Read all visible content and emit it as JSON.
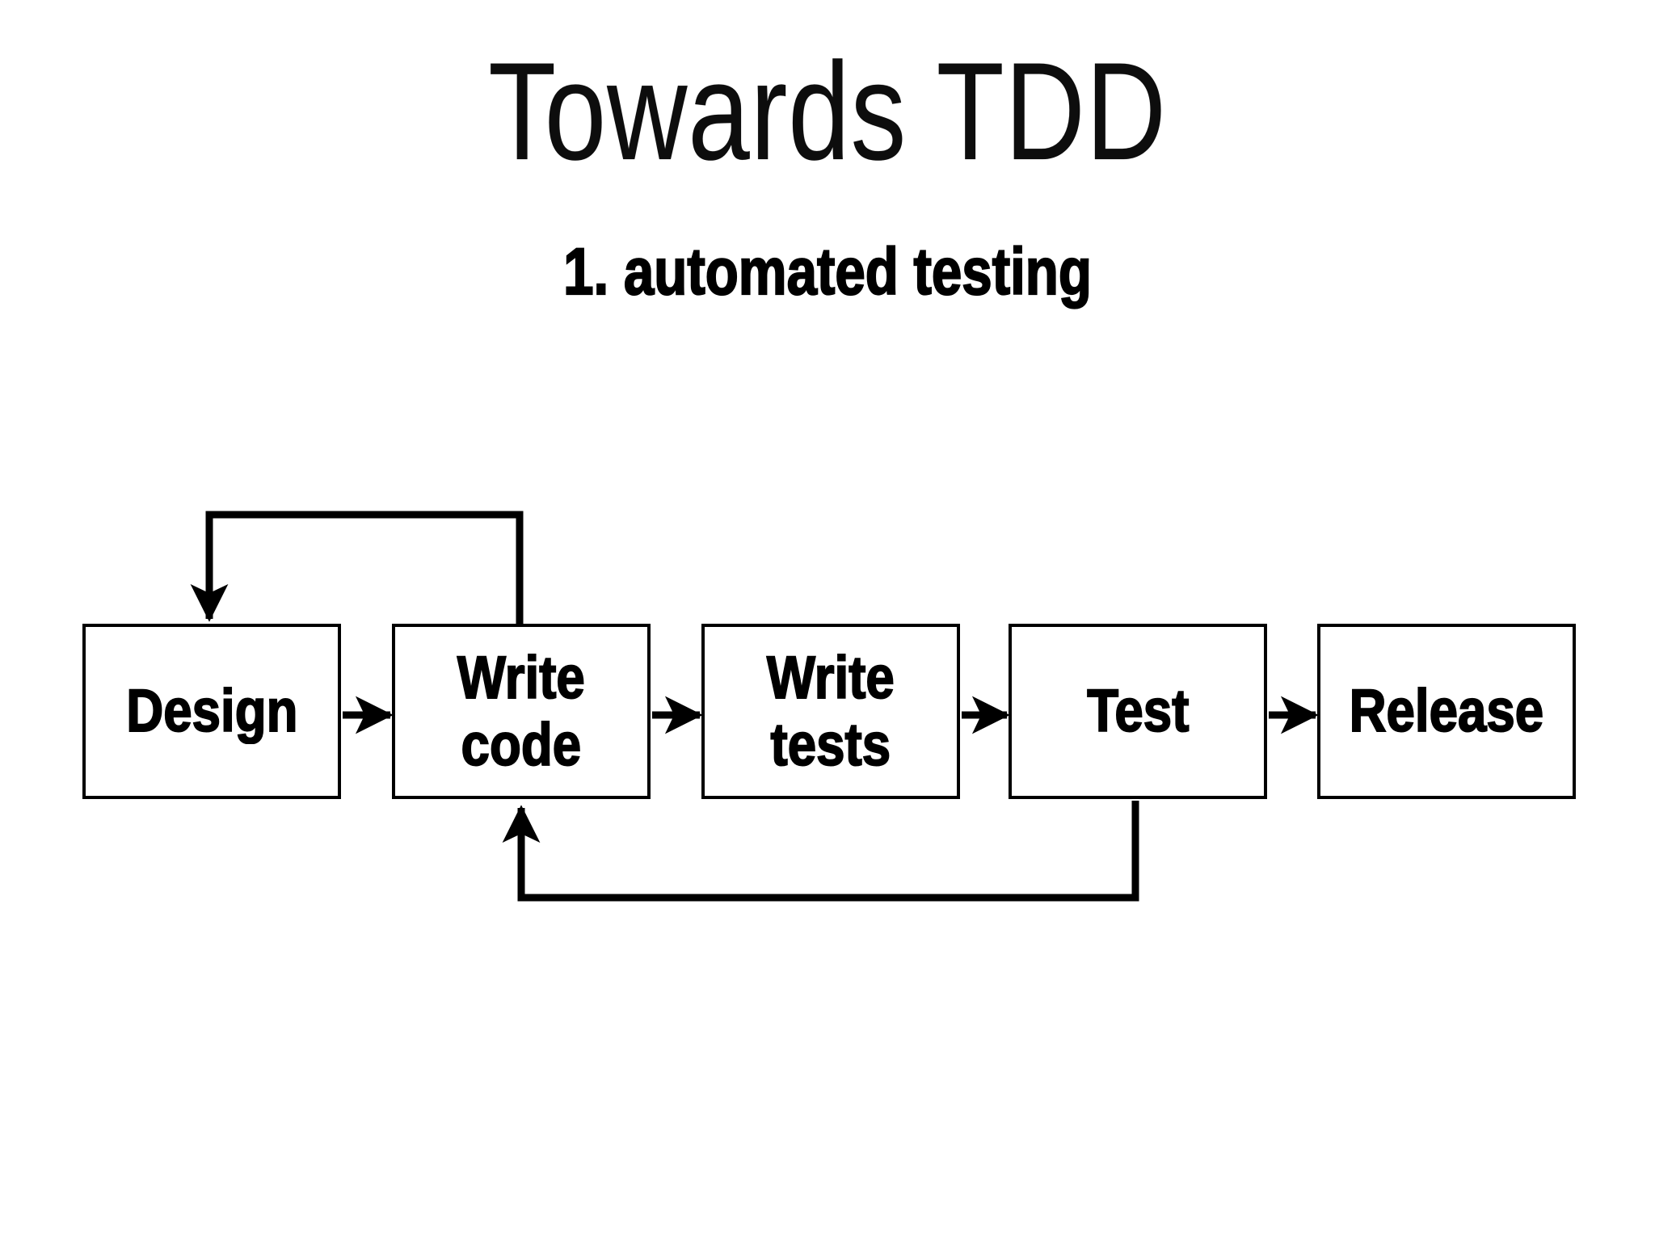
{
  "slide": {
    "title": "Towards TDD",
    "subtitle": "1. automated testing",
    "background_color": "#ffffff",
    "ink_color": "#000000"
  },
  "diagram": {
    "type": "flowchart",
    "orientation": "left-to-right",
    "nodes": [
      {
        "id": "design",
        "label": "Design",
        "order": 1
      },
      {
        "id": "write-code",
        "label": "Write\ncode",
        "order": 2
      },
      {
        "id": "write-tests",
        "label": "Write\ntests",
        "order": 3
      },
      {
        "id": "test",
        "label": "Test",
        "order": 4
      },
      {
        "id": "release",
        "label": "Release",
        "order": 5
      }
    ],
    "edges": [
      {
        "from": "design",
        "to": "write-code",
        "kind": "forward",
        "routing": "straight"
      },
      {
        "from": "write-code",
        "to": "write-tests",
        "kind": "forward",
        "routing": "straight"
      },
      {
        "from": "write-tests",
        "to": "test",
        "kind": "forward",
        "routing": "straight"
      },
      {
        "from": "test",
        "to": "release",
        "kind": "forward",
        "routing": "straight"
      },
      {
        "from": "write-code",
        "to": "design",
        "kind": "feedback",
        "routing": "over-the-top"
      },
      {
        "from": "test",
        "to": "write-code",
        "kind": "feedback",
        "routing": "under-the-bottom"
      }
    ]
  }
}
